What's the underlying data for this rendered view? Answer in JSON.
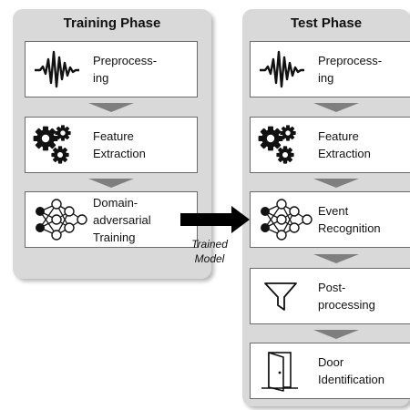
{
  "training_phase": {
    "title": "Training Phase",
    "steps": [
      {
        "label": "Preprocess-\ning",
        "icon": "waveform-icon"
      },
      {
        "label": "Feature\nExtraction",
        "icon": "gears-icon"
      },
      {
        "label": "Domain-\nadversarial\nTraining",
        "icon": "neural-network-icon"
      }
    ]
  },
  "test_phase": {
    "title": "Test Phase",
    "steps": [
      {
        "label": "Preprocess-\ning",
        "icon": "waveform-icon"
      },
      {
        "label": "Feature\nExtraction",
        "icon": "gears-icon"
      },
      {
        "label": "Event\nRecognition",
        "icon": "neural-network-icon"
      },
      {
        "label": "Post-\nprocessing",
        "icon": "funnel-icon"
      },
      {
        "label": "Door\nIdentification",
        "icon": "door-icon"
      }
    ]
  },
  "transfer": {
    "label": "Trained\nModel"
  },
  "colors": {
    "panel": "#d9d9d9",
    "box_border": "#6b6b6b",
    "connector": "#7f7f7f",
    "arrow": "#000000"
  }
}
